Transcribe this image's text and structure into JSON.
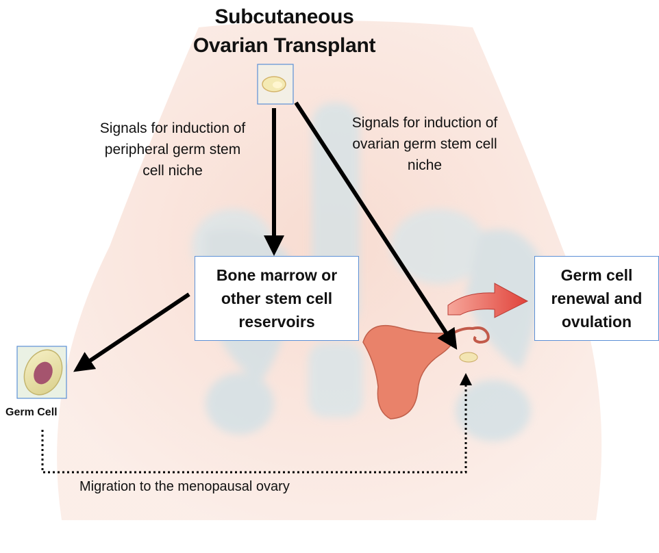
{
  "title": {
    "line1": "Subcutaneous",
    "line2": "Ovarian Transplant"
  },
  "signals": {
    "peripheral": [
      "Signals for induction of",
      "peripheral germ stem",
      "cell niche"
    ],
    "ovarian": [
      "Signals for induction of",
      "ovarian germ stem cell",
      "niche"
    ]
  },
  "boxes": {
    "bone_marrow": [
      "Bone marrow or",
      "other stem cell",
      "reservoirs"
    ],
    "renewal": [
      "Germ cell",
      "renewal and",
      "ovulation"
    ]
  },
  "germ_cell_label": "Germ Cell",
  "migration_label": "Migration to the menopausal ovary",
  "colors": {
    "box_border": "#5b8fd6",
    "uterus": "#e9826a",
    "curved_arrow": "#e8584f",
    "background_body": "#f6d6cb",
    "skeleton": "#cfe0e6"
  },
  "icons": {
    "transplant": "ovarian-tissue-icon",
    "germ_cell": "germ-cell-icon",
    "uterus": "uterus-illustration"
  }
}
